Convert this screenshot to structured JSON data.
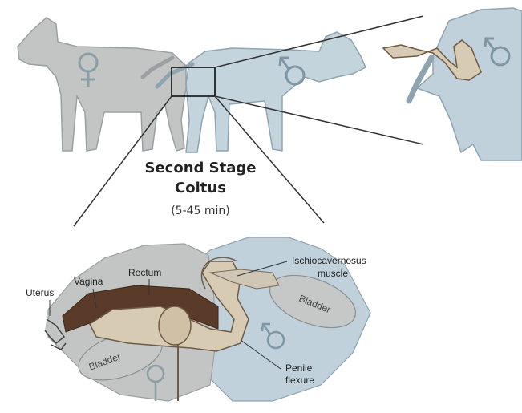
{
  "title": {
    "line1": "Second Stage",
    "line2": "Coitus",
    "duration": "(5-45 min)"
  },
  "labels": {
    "uterus": "Uterus",
    "vagina": "Vagina",
    "rectum": "Rectum",
    "ischio_line1": "Ischiocavernosus",
    "ischio_line2": "muscle",
    "bladder_right": "Bladder",
    "bladder_left": "Bladder",
    "penile_line1": "Penile",
    "penile_line2": "flexure"
  },
  "symbols": {
    "female": "female-symbol",
    "male": "male-symbol"
  },
  "colors": {
    "female_body": "#c2c5c3",
    "male_body": "#b9ccd7",
    "outline": "#8a9aa4",
    "organ_tan": "#d8cbb4",
    "organ_dark": "#5a3a28",
    "lines": "#333333"
  }
}
